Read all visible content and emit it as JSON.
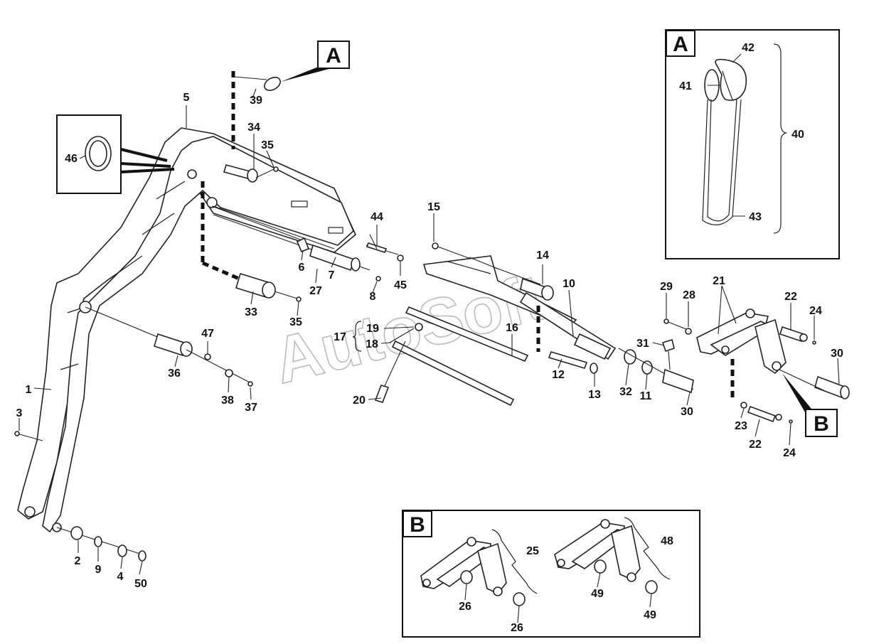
{
  "watermark": "AutoSoft",
  "callout_boxes": {
    "A_main": "A",
    "B_main": "B",
    "A_detail": "A",
    "B_detail": "B"
  },
  "labels": {
    "n1": "1",
    "n2": "2",
    "n3": "3",
    "n4": "4",
    "n5": "5",
    "n6": "6",
    "n7": "7",
    "n8": "8",
    "n9": "9",
    "n10": "10",
    "n11": "11",
    "n12": "12",
    "n13": "13",
    "n14": "14",
    "n15": "15",
    "n16": "16",
    "n17": "17",
    "n18": "18",
    "n19": "19",
    "n20": "20",
    "n21": "21",
    "n22a": "22",
    "n22b": "22",
    "n23": "23",
    "n24a": "24",
    "n24b": "24",
    "n25": "25",
    "n26a": "26",
    "n26b": "26",
    "n27": "27",
    "n28": "28",
    "n29": "29",
    "n30a": "30",
    "n30b": "30",
    "n31": "31",
    "n32": "32",
    "n33": "33",
    "n34": "34",
    "n35a": "35",
    "n35b": "35",
    "n36": "36",
    "n37": "37",
    "n38": "38",
    "n39": "39",
    "n40": "40",
    "n41": "41",
    "n42": "42",
    "n43": "43",
    "n44": "44",
    "n45": "45",
    "n46": "46",
    "n47": "47",
    "n48": "48",
    "n49a": "49",
    "n49b": "49",
    "n50": "50"
  }
}
